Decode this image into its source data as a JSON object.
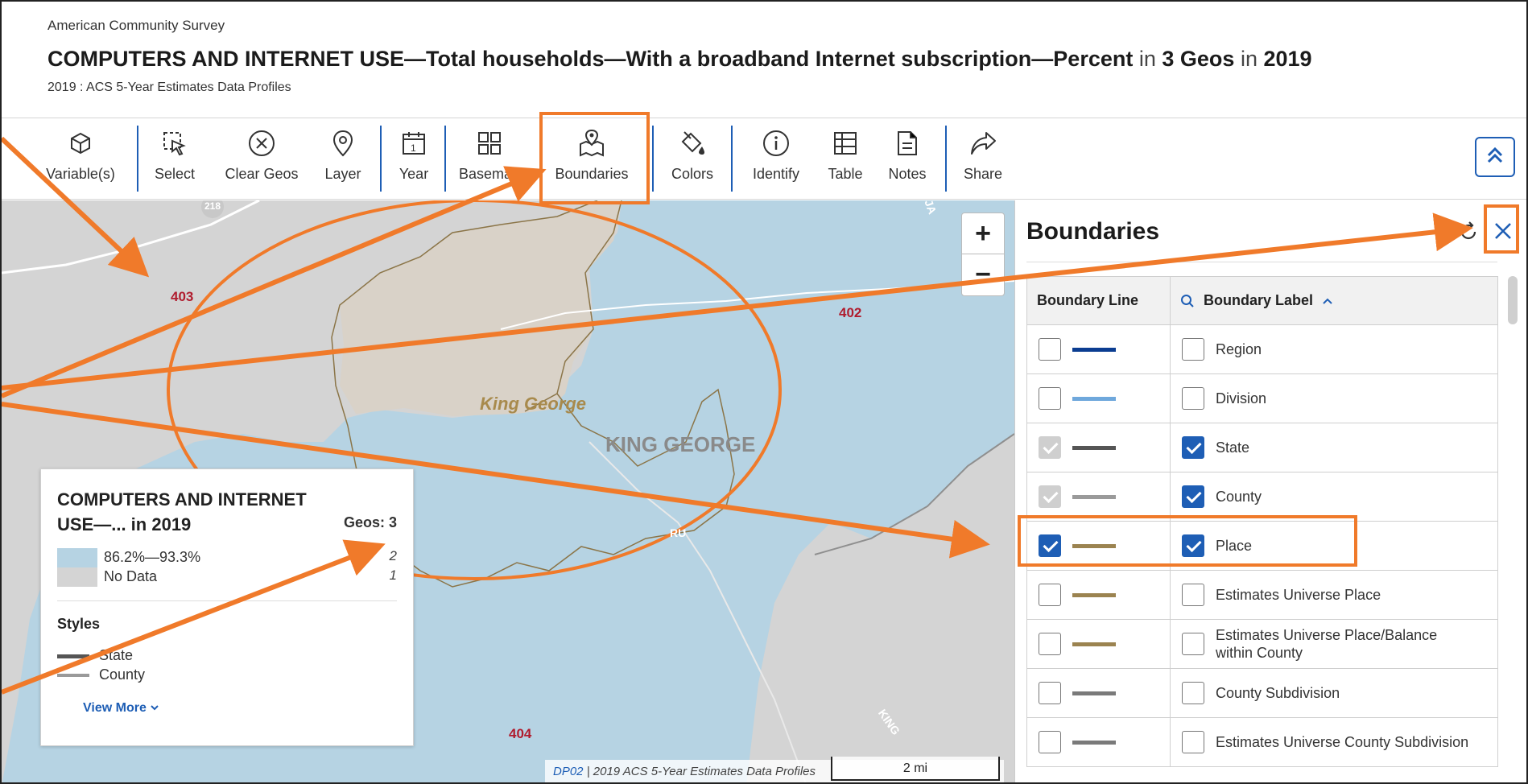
{
  "header": {
    "survey": "American Community Survey",
    "title_main": "COMPUTERS AND INTERNET USE—Total households—With a broadband Internet subscription—Percent",
    "title_in1": "in",
    "title_geos": "3 Geos",
    "title_in2": "in",
    "title_year": "2019",
    "subtitle": "2019 : ACS 5-Year Estimates Data Profiles"
  },
  "toolbar": {
    "tools": [
      {
        "label": "Variable(s)",
        "icon": "cube-icon"
      },
      {
        "label": "Select",
        "icon": "select-cursor-icon"
      },
      {
        "label": "Clear Geos",
        "icon": "close-circle-icon"
      },
      {
        "label": "Layer",
        "icon": "map-pin-icon"
      },
      {
        "label": "Year",
        "icon": "calendar-icon"
      },
      {
        "label": "Basemap",
        "icon": "grid-icon"
      },
      {
        "label": "Boundaries",
        "icon": "map-boundaries-icon"
      },
      {
        "label": "Colors",
        "icon": "paint-bucket-icon"
      },
      {
        "label": "Identify",
        "icon": "info-icon"
      },
      {
        "label": "Table",
        "icon": "table-icon"
      },
      {
        "label": "Notes",
        "icon": "notes-icon"
      },
      {
        "label": "Share",
        "icon": "share-icon"
      }
    ]
  },
  "map": {
    "labels": {
      "l403": "403",
      "l402": "402",
      "l404": "404",
      "l218": "218",
      "place": "King George",
      "county": "KING GEORGE",
      "road_j": "JA",
      "road_king": "KING",
      "road_ru": "RU"
    },
    "zoom_in": "+",
    "zoom_out": "−",
    "attribution_dp": "DP02",
    "attribution_text": " | 2019 ACS 5-Year Estimates Data Profiles",
    "scale": "2 mi"
  },
  "legend": {
    "title": "COMPUTERS AND INTERNET USE—... in 2019",
    "geos_label": "Geos: 3",
    "items": [
      {
        "label": "86.2%—93.3%",
        "count": "2",
        "color": "#b6d3e3"
      },
      {
        "label": "No Data",
        "count": "1",
        "color": "#d4d4d4"
      }
    ],
    "styles_heading": "Styles",
    "styles": [
      {
        "label": "State",
        "color": "#555555"
      },
      {
        "label": "County",
        "color": "#9a9a9a"
      }
    ],
    "view_more": "View More"
  },
  "panel": {
    "title": "Boundaries",
    "col_line": "Boundary Line",
    "col_label": "Boundary Label",
    "rows": [
      {
        "name": "Region",
        "line_checked": false,
        "line_disabled": false,
        "label_checked": false,
        "color": "#0b3d91"
      },
      {
        "name": "Division",
        "line_checked": false,
        "line_disabled": false,
        "label_checked": false,
        "color": "#6fa8dc"
      },
      {
        "name": "State",
        "line_checked": false,
        "line_disabled": true,
        "label_checked": true,
        "color": "#555555"
      },
      {
        "name": "County",
        "line_checked": false,
        "line_disabled": true,
        "label_checked": true,
        "color": "#9a9a9a"
      },
      {
        "name": "Place",
        "line_checked": true,
        "line_disabled": false,
        "label_checked": true,
        "color": "#9b8350"
      },
      {
        "name": "Estimates Universe Place",
        "line_checked": false,
        "line_disabled": false,
        "label_checked": false,
        "color": "#9b8350"
      },
      {
        "name": "Estimates Universe Place/Balance within County",
        "line_checked": false,
        "line_disabled": false,
        "label_checked": false,
        "color": "#9b8350"
      },
      {
        "name": "County Subdivision",
        "line_checked": false,
        "line_disabled": false,
        "label_checked": false,
        "color": "#7a7a7a"
      },
      {
        "name": "Estimates Universe County Subdivision",
        "line_checked": false,
        "line_disabled": false,
        "label_checked": false,
        "color": "#7a7a7a"
      }
    ]
  },
  "colors": {
    "accent": "#1e5eb5",
    "annotation_orange": "#f07a2a",
    "water": "#b6d3e3",
    "land": "#d4d4d4"
  }
}
